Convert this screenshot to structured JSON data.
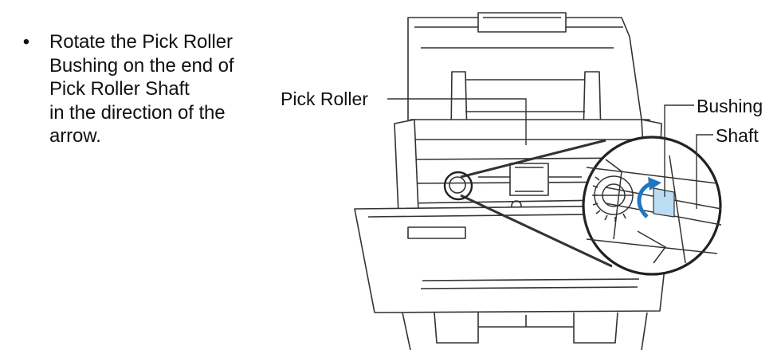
{
  "instruction": {
    "bullet": "•",
    "text": "Rotate the Pick Roller\nBushing on the end of\nPick Roller Shaft\nin the direction of the\narrow."
  },
  "figure": {
    "callouts": {
      "pick_roller": "Pick  Roller",
      "bushing": "Bushing",
      "shaft": "Shaft"
    },
    "colors": {
      "line": "#333333",
      "arrow": "#1f77c4",
      "bushing": "#bcdcf3"
    }
  }
}
